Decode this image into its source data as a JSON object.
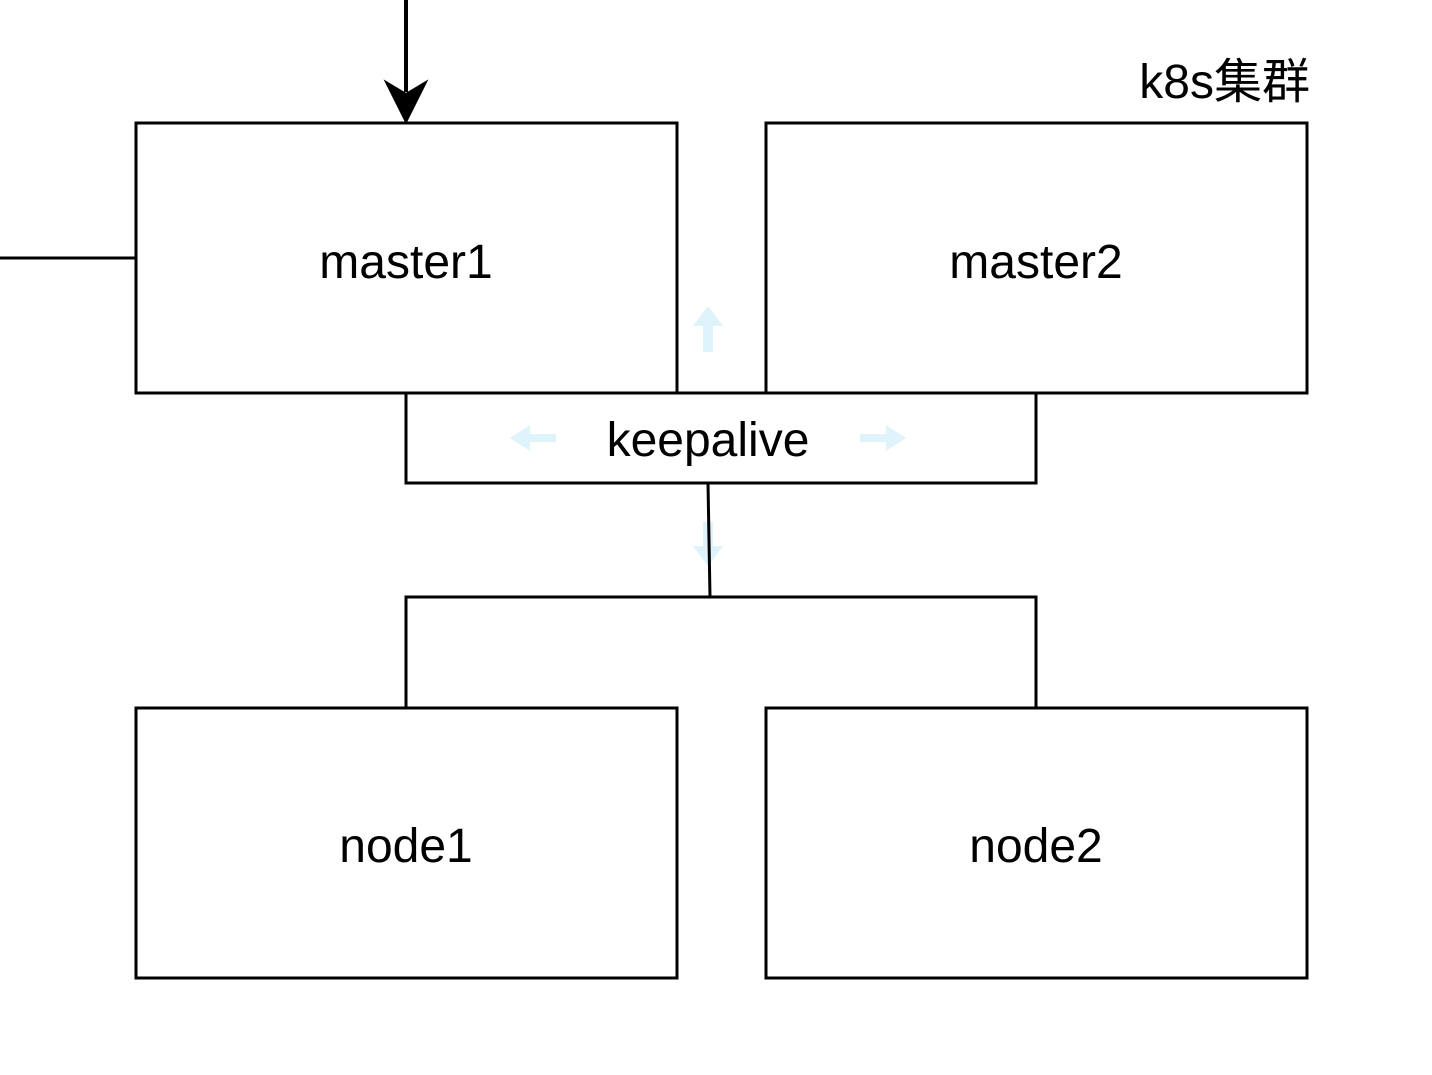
{
  "diagram": {
    "cluster_label": "k8s集群",
    "nodes": {
      "master1": "master1",
      "master2": "master2",
      "keepalive": "keepalive",
      "node1": "node1",
      "node2": "node2"
    },
    "colors": {
      "stroke": "#000000",
      "background": "#ffffff",
      "hint_arrow": "#dff3fb"
    }
  }
}
